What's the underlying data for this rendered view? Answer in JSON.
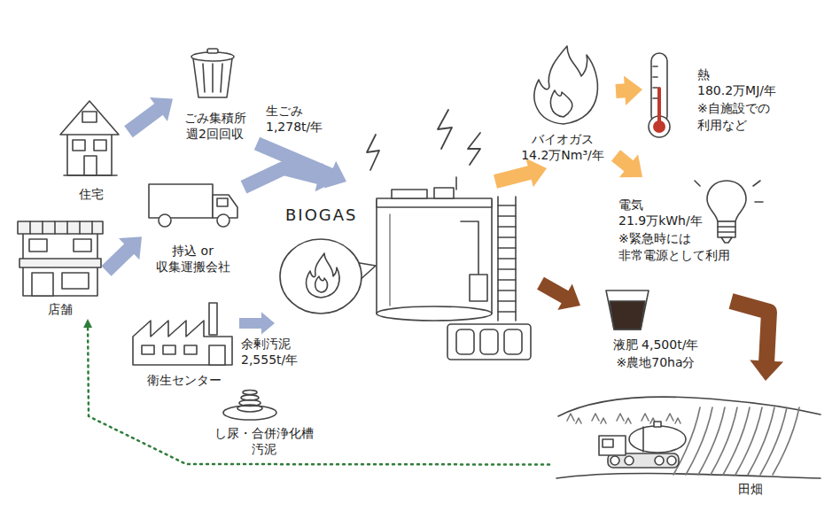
{
  "diagram": {
    "nodes": [
      {
        "text": [
          "住宅"
        ]
      },
      {
        "text": [
          "店舗"
        ]
      },
      {
        "text": [
          "持込 or 収集運搬会社"
        ]
      },
      {
        "text": [
          "ごみ集積所 週2回回収"
        ]
      },
      {
        "text": [
          "衛生センター"
        ]
      },
      {
        "text": [
          "し尿・合併浄化槽 汚泥"
        ]
      },
      {
        "text": [
          "BIOGAS"
        ]
      },
      {
        "text": [
          "バイオガス 14.2万Nm³/年"
        ]
      },
      {
        "text": [
          "熱 180.2万MJ/年",
          "※自施設での 利用など"
        ]
      },
      {
        "text": [
          "電気 21.9万kWh/年",
          "※緊急時には 非常電源として利用"
        ]
      },
      {
        "text": [
          "液肥 4,500t/年",
          "※農地70ha分"
        ]
      },
      {
        "text": [
          "田畑"
        ]
      }
    ],
    "edges": [
      {
        "from": 0,
        "to": 3,
        "arrow": "to"
      },
      {
        "from": 1,
        "to": 2,
        "arrow": "to"
      },
      {
        "from": 2,
        "to": 6,
        "arrow": "to"
      },
      {
        "from": 3,
        "to": 6,
        "label": "生ごみ 1,278t/年",
        "arrow": "to"
      },
      {
        "from": 4,
        "to": 6,
        "label": "余剰汚泥 2,555t/年",
        "arrow": "to"
      },
      {
        "from": 6,
        "to": 7,
        "arrow": "to"
      },
      {
        "from": 7,
        "to": 8,
        "arrow": "to"
      },
      {
        "from": 7,
        "to": 9,
        "arrow": "to"
      },
      {
        "from": 6,
        "to": 10,
        "arrow": "to"
      },
      {
        "from": 10,
        "to": 11,
        "arrow": "to"
      },
      {
        "from": 11,
        "to": 1,
        "arrow": "to"
      }
    ]
  }
}
